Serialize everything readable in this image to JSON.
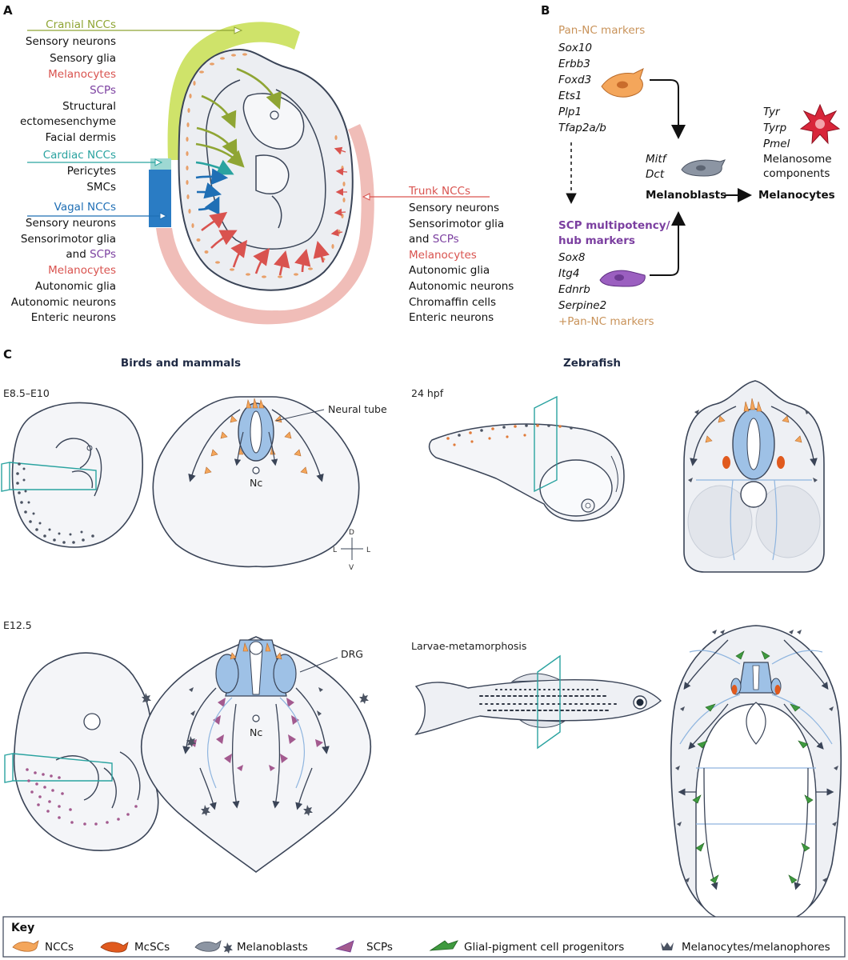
{
  "colors": {
    "cranial": "#8fa534",
    "cranial_band": "#cfe36a",
    "cardiac": "#2aa3a0",
    "cardiac_band": "#9ed8d3",
    "vagal": "#1f6fb5",
    "vagal_band": "#2a7cc4",
    "trunk": "#d9534f",
    "trunk_band": "#f0bdb8",
    "scp": "#7b3fa0",
    "pan_nc": "#c9935a",
    "outline": "#3a4457",
    "tissue": "#eceef2"
  },
  "panel_a": {
    "letter": "A",
    "cranial": {
      "title": "Cranial NCCs",
      "items": [
        "Sensory neurons",
        "Sensory glia"
      ],
      "melanocytes": "Melanocytes",
      "scps": "SCPs",
      "items2": [
        "Structural",
        "ectomesenchyme",
        "Facial dermis"
      ]
    },
    "cardiac": {
      "title": "Cardiac NCCs",
      "items": [
        "Pericytes",
        "SMCs"
      ]
    },
    "vagal": {
      "title": "Vagal NCCs",
      "items": [
        "Sensory neurons",
        "Sensorimotor glia"
      ],
      "and_word": "and",
      "scps": "SCPs",
      "melanocytes": "Melanocytes",
      "items2": [
        "Autonomic glia",
        "Autonomic neurons",
        "Enteric neurons"
      ]
    },
    "trunk": {
      "title": "Trunk NCCs",
      "items": [
        "Sensory neurons",
        "Sensorimotor glia"
      ],
      "and_word": "and",
      "scps": "SCPs",
      "melanocytes": "Melanocytes",
      "items2": [
        "Autonomic glia",
        "Autonomic neurons",
        "Chromaffin cells",
        "Enteric neurons"
      ]
    }
  },
  "panel_b": {
    "letter": "B",
    "pan_title": "Pan-NC markers",
    "pan_genes": [
      "Sox10",
      "Erbb3",
      "Foxd3",
      "Ets1",
      "Plp1",
      "Tfap2a/b"
    ],
    "scp_title": [
      "SCP multipotency/",
      "hub markers"
    ],
    "scp_genes": [
      "Sox8",
      "Itg4",
      "Ednrb",
      "Serpine2"
    ],
    "scp_extra": "+Pan-NC markers",
    "mb_genes": [
      "Mitf",
      "Dct"
    ],
    "mb_label": "Melanoblasts",
    "mc_genes": [
      "Tyr",
      "Tyrp",
      "Pmel"
    ],
    "mc_extra": [
      "Melanosome",
      "components"
    ],
    "mc_label": "Melanocytes"
  },
  "panel_c": {
    "letter": "C",
    "birds_title": "Birds and mammals",
    "zebra_title": "Zebrafish",
    "stage_early_mouse": "E8.5–E10",
    "stage_late_mouse": "E12.5",
    "stage_early_fish": "24 hpf",
    "stage_late_fish": "Larvae-metamorphosis",
    "neural_tube": "Neural tube",
    "nc": "Nc",
    "drg": "DRG",
    "axis": {
      "d": "D",
      "v": "V",
      "l": "L",
      "r": "L"
    }
  },
  "key": {
    "title": "Key",
    "items": [
      {
        "label": "NCCs",
        "icon": "ncc-icon"
      },
      {
        "label": "McSCs",
        "icon": "mcsc-icon"
      },
      {
        "label": "Melanoblasts",
        "icon": "melanoblast-icon"
      },
      {
        "label": "SCPs",
        "icon": "scp-icon"
      },
      {
        "label": "Glial-pigment cell progenitors",
        "icon": "glial-pigment-icon"
      },
      {
        "label": "Melanocytes/melanophores",
        "icon": "melanophore-icon"
      }
    ]
  }
}
